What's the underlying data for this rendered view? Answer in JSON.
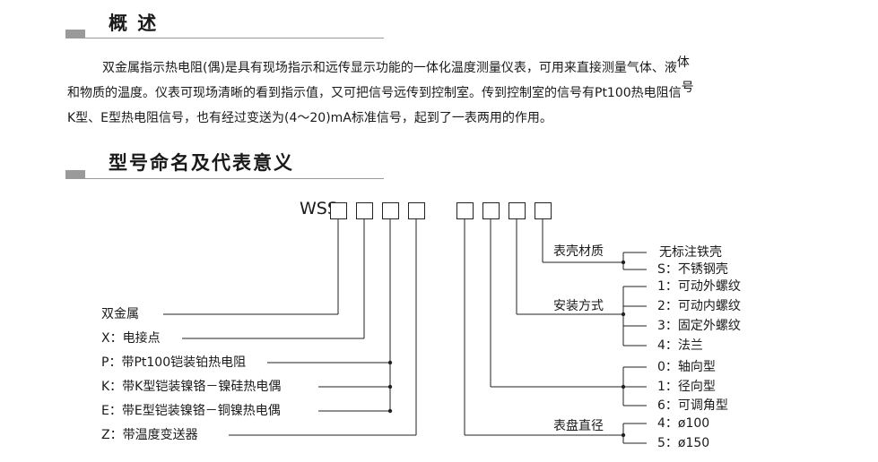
{
  "sections": {
    "overview_title": "概    述",
    "model_title": "型号命名及代表意义"
  },
  "overview": {
    "line1_main": "双金属指示热电阻(偶)是具有现场指示和远传显示功能的一体化温度测量仪表，可用来直接测量气体、液",
    "line1_raised": "体",
    "line2_main": "和物质的温度。仪表可现场清晰的看到指示值，又可把信号远传到控制室。传到控制室的信号有Pt100热电阻信",
    "line2_raised": "号",
    "line3": "K型、E型热电阻信号，也有经过变送为(4～20)mA标准信号，起到了一表两用的作用。"
  },
  "diagram": {
    "prefix": "WSS",
    "left_labels": [
      "双金属",
      "X：电接点",
      "P：带Pt100铠装铂热电阻",
      "K：带K型铠装镍铬－镍硅热电偶",
      "E：带E型铠装镍铬－铜镍热电偶",
      "Z：带温度变送器"
    ],
    "groups": [
      {
        "name": "表壳材质",
        "options": [
          "无标注铁壳",
          "S：不锈钢壳"
        ]
      },
      {
        "name": "安装方式",
        "options": [
          "1：可动外螺纹",
          "2：可动内螺纹",
          "3：固定外螺纹",
          "4：法兰"
        ]
      },
      {
        "name": "",
        "options": [
          "0：轴向型",
          "1：径向型",
          "6：可调角型"
        ]
      },
      {
        "name": "表盘直径",
        "options": [
          "4：ø100",
          "5：ø150"
        ]
      }
    ]
  }
}
